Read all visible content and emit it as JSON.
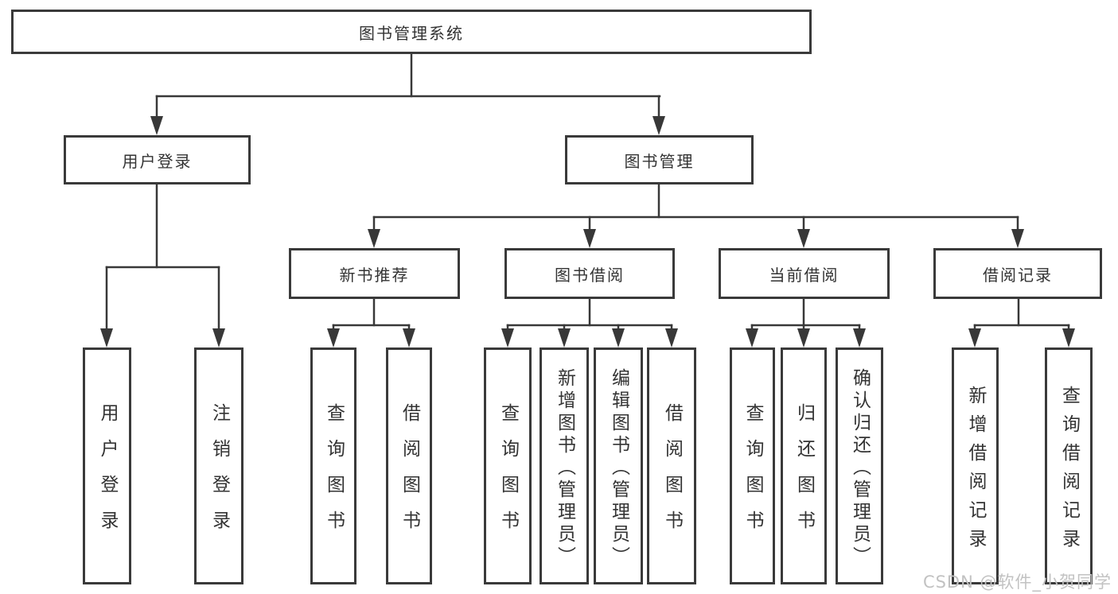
{
  "colors": {
    "line": "#383838",
    "border": "#3a3a3a",
    "text": "#333333",
    "background": "#ffffff",
    "watermark": "#c2c2c2"
  },
  "tree": {
    "root": {
      "label": "图书管理系统",
      "children": [
        {
          "label": "用户登录",
          "children": [
            {
              "label": "用户登录"
            },
            {
              "label": "注销登录"
            }
          ]
        },
        {
          "label": "图书管理",
          "children": [
            {
              "label": "新书推荐",
              "children": [
                {
                  "label": "查询图书"
                },
                {
                  "label": "借阅图书"
                }
              ]
            },
            {
              "label": "图书借阅",
              "children": [
                {
                  "label": "查询图书"
                },
                {
                  "label": "新增图书（管理员）"
                },
                {
                  "label": "编辑图书（管理员）"
                },
                {
                  "label": "借阅图书"
                }
              ]
            },
            {
              "label": "当前借阅",
              "children": [
                {
                  "label": "查询图书"
                },
                {
                  "label": "归还图书"
                },
                {
                  "label": "确认归还（管理员）"
                }
              ]
            },
            {
              "label": "借阅记录",
              "children": [
                {
                  "label": "新增借阅记录"
                },
                {
                  "label": "查询借阅记录"
                }
              ]
            }
          ]
        }
      ]
    }
  },
  "watermark": {
    "text": "CSDN @软件_小贺同学"
  }
}
